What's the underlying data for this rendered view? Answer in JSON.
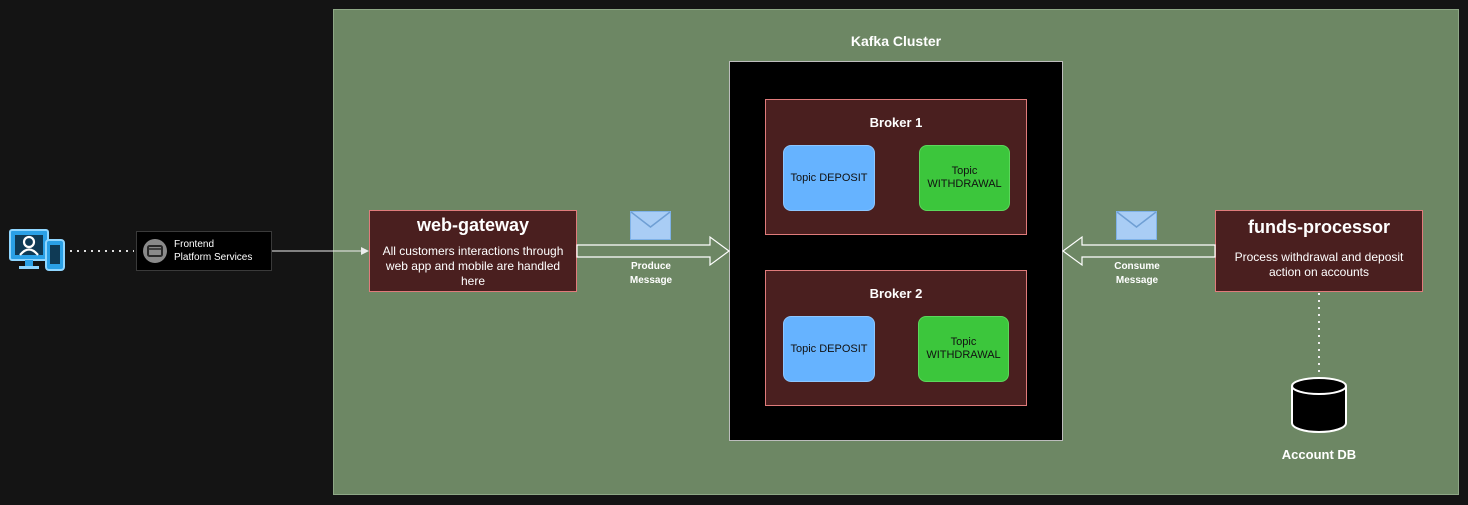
{
  "cluster": {
    "title": "Kafka Cluster"
  },
  "brokers": [
    {
      "title": "Broker 1",
      "topics": [
        "Topic DEPOSIT",
        "Topic\nWITHDRAWAL"
      ]
    },
    {
      "title": "Broker 2",
      "topics": [
        "Topic DEPOSIT",
        "Topic\nWITHDRAWAL"
      ]
    }
  ],
  "web_gateway": {
    "name": "web-gateway",
    "description": "All customers interactions through web app and mobile are handled here"
  },
  "funds_processor": {
    "name": "funds-processor",
    "description": "Process withdrawal and deposit action on accounts"
  },
  "frontend": {
    "line1": "Frontend",
    "line2": "Platform Services"
  },
  "produce": {
    "line1": "Produce",
    "line2": "Message"
  },
  "consume": {
    "line1": "Consume",
    "line2": "Message"
  },
  "database": {
    "label": "Account DB"
  },
  "colors": {
    "cluster_bg": "#6d8764",
    "broker_bg": "#4a1f1f",
    "topic_deposit": "#66b3ff",
    "topic_withdrawal": "#3cc63c",
    "envelope": "#a9cdf5"
  },
  "icons": [
    "client-devices-icon",
    "frontend-service-icon",
    "envelope-icon",
    "database-icon"
  ]
}
